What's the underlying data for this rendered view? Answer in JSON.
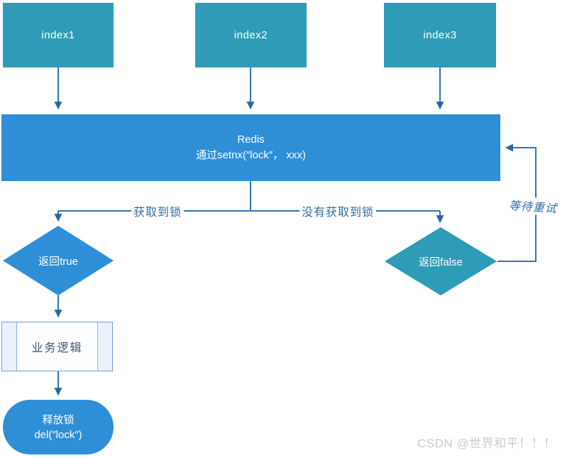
{
  "nodes": {
    "clients": [
      {
        "label": "index1"
      },
      {
        "label": "index2"
      },
      {
        "label": "index3"
      }
    ],
    "redis": {
      "title": "Redis",
      "subtitle": "通过setnx(″lock″， xxx)"
    },
    "decision_true": {
      "label": "返回true"
    },
    "decision_false": {
      "label": "返回false"
    },
    "process": {
      "label": "业务逻辑"
    },
    "release": {
      "line1": "释放锁",
      "line2": "del(″lock″)"
    }
  },
  "edge_labels": {
    "acquired": "获取到锁",
    "not_acquired": "没有获取到锁",
    "retry": "等待重试"
  },
  "colors": {
    "client_teal": "#2E9CB7",
    "flow_blue": "#2E8FD7",
    "connector_blue": "#2E75B5",
    "label_text": "#2D6CA6"
  },
  "watermark": "CSDN @世界和平！！！"
}
